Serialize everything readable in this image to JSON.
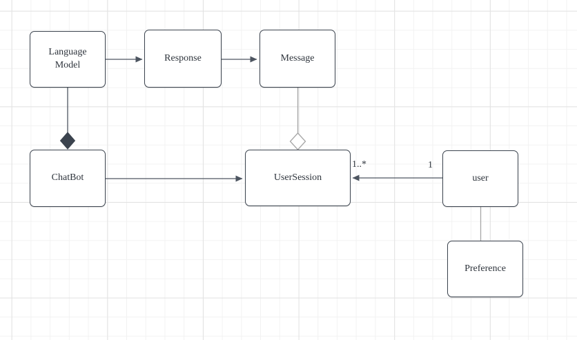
{
  "diagram": {
    "nodes": [
      {
        "id": "language-model",
        "label": "Language Model"
      },
      {
        "id": "response",
        "label": "Response"
      },
      {
        "id": "message",
        "label": "Message"
      },
      {
        "id": "chatbot",
        "label": "ChatBot"
      },
      {
        "id": "user-session",
        "label": "UserSession"
      },
      {
        "id": "user",
        "label": "user"
      },
      {
        "id": "preference",
        "label": "Preference"
      }
    ],
    "edges": [
      {
        "source": "Language Model",
        "target": "Response",
        "type": "directed-arrow"
      },
      {
        "source": "Response",
        "target": "Message",
        "type": "directed-arrow"
      },
      {
        "source": "Language Model",
        "target": "ChatBot",
        "type": "composition-filled-diamond"
      },
      {
        "source": "Message",
        "target": "UserSession",
        "type": "aggregation-hollow-diamond"
      },
      {
        "source": "ChatBot",
        "target": "UserSession",
        "type": "directed-arrow"
      },
      {
        "source": "user",
        "target": "UserSession",
        "type": "directed-arrow",
        "source_label": "1",
        "target_label": "1..*"
      },
      {
        "source": "user",
        "target": "Preference",
        "type": "plain-line"
      }
    ],
    "colors": {
      "canvas_bg": "#ffffff",
      "grid_minor": "#f2f2f2",
      "grid_major": "#e2e2e2",
      "node_fill": "#ffffff",
      "node_stroke": "#3b434e",
      "edge_dark": "#4d5560",
      "edge_light": "#a6a6a6",
      "text": "#2e343c"
    }
  }
}
